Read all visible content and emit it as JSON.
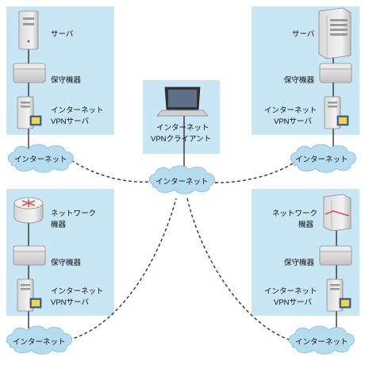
{
  "colors": {
    "panel": "#c8e6f4",
    "cloud": "#b6dcf0",
    "line": "#333333",
    "router_mark": "#d9534f"
  },
  "sites": {
    "top_left": {
      "device1": "サーバ",
      "device2": "保守機器",
      "vpn_line1": "インターネット",
      "vpn_line2": "VPNサーバ",
      "cloud": "インターネット"
    },
    "top_right": {
      "device1": "サーバ",
      "device2": "保守機器",
      "vpn_line1": "インターネット",
      "vpn_line2": "VPNサーバ",
      "cloud": "インターネット"
    },
    "bottom_left": {
      "device1_line1": "ネットワーク",
      "device1_line2": "機器",
      "device2": "保守機器",
      "vpn_line1": "インターネット",
      "vpn_line2": "VPNサーバ",
      "cloud": "インターネット"
    },
    "bottom_right": {
      "device1_line1": "ネットワーク",
      "device1_line2": "機器",
      "device2": "保守機器",
      "vpn_line1": "インターネット",
      "vpn_line2": "VPNサーバ",
      "cloud": "インターネット"
    }
  },
  "client": {
    "label_line1": "インターネット",
    "label_line2": "VPNクライアント",
    "cloud": "インターネット"
  },
  "icons": [
    "server-icon",
    "tower-server-icon",
    "maintenance-device-icon",
    "vpn-server-icon",
    "laptop-icon",
    "router-icon",
    "cloud-icon"
  ]
}
